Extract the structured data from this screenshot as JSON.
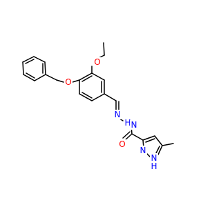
{
  "molecule": {
    "atom_labels": {
      "o_ether_top": "O",
      "o_benzyloxy": "O",
      "n_imine": "N",
      "nh_hydrazide": "H",
      "n_hydrazide": "N",
      "o_carbonyl": "O",
      "n_pyrazole": "N",
      "nh_pyrazole": "N",
      "h_pyrazole": "H"
    },
    "colors": {
      "carbon_bond": "#000000",
      "nitrogen": "#0000ff",
      "oxygen": "#ff0000"
    }
  }
}
